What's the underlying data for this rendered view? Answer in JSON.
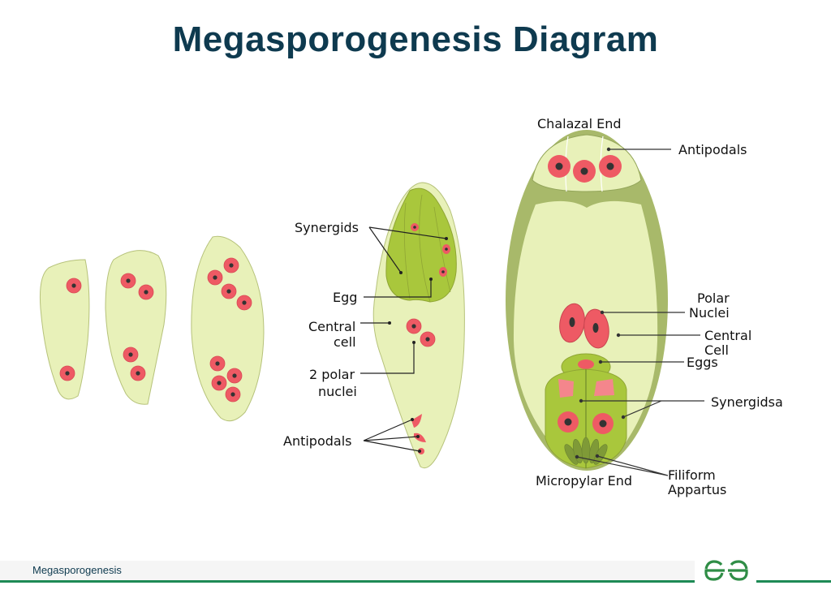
{
  "title": "Megasporogenesis Diagram",
  "stage4_labels": {
    "synergids": "Synergids",
    "egg": "Egg",
    "central_1": "Central",
    "central_2": "cell",
    "polar_1": "2 polar",
    "polar_2": "nuclei",
    "antipodals": "Antipodals"
  },
  "embryo_sac_labels": {
    "chalazal": "Chalazal End",
    "antipodals": "Antipodals",
    "polar_1": "Polar",
    "polar_2": "Nuclei",
    "central_1": "Central",
    "central_2": "Cell",
    "eggs": "Eggs",
    "synergids": "Synergidsa",
    "micropylar": "Micropylar End",
    "filiform_1": "Filiform",
    "filiform_2": "Appartus"
  },
  "footer": {
    "caption": "Megasporogenesis",
    "logo_text": "GfG"
  },
  "colors": {
    "title": "#0e3a4f",
    "cell": "#e8f1b9",
    "synergid": "#a9c73c",
    "wall": "#a8b96a",
    "nucleus": "#ee5a64",
    "accent": "#1e8a55"
  }
}
